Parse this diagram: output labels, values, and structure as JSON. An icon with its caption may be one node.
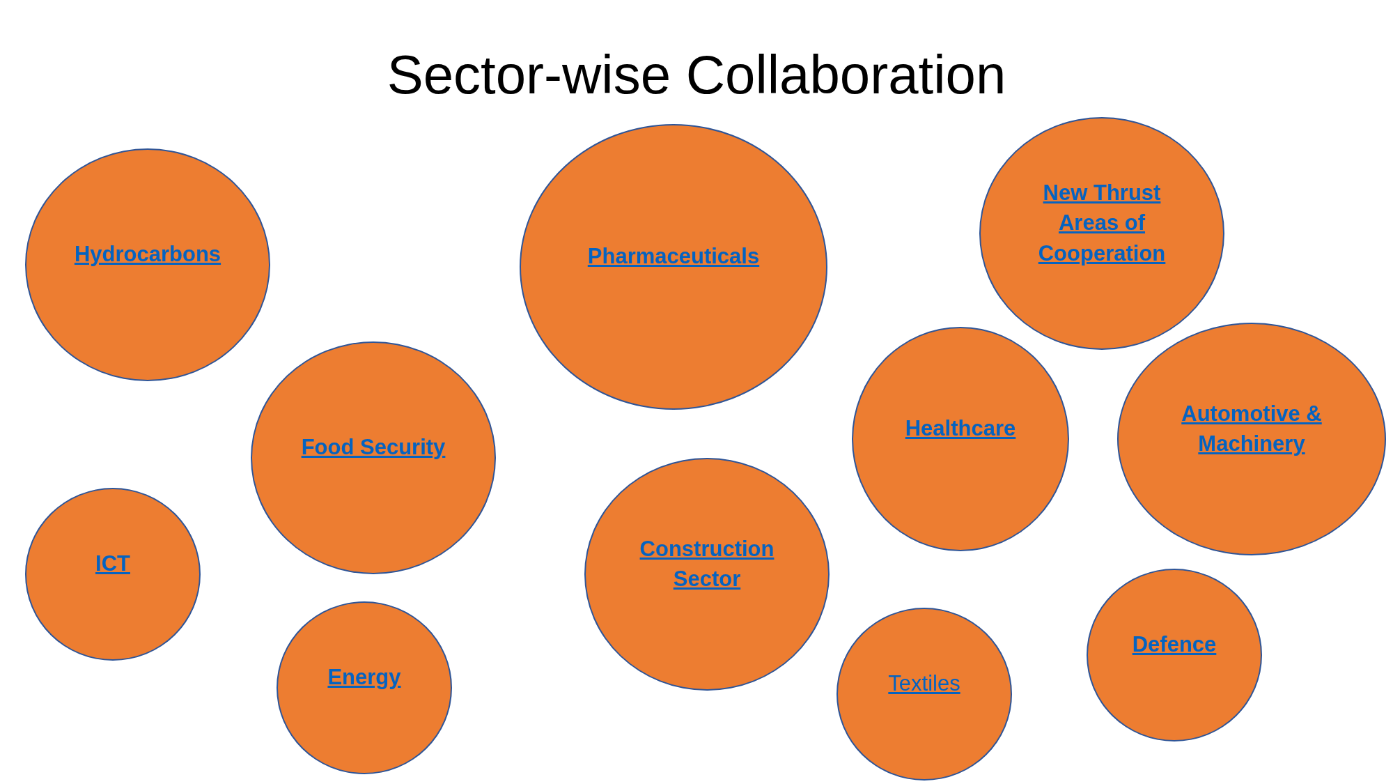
{
  "diagram": {
    "title": "Sector-wise Collaboration",
    "nodes": [
      {
        "text": [
          "Hydrocarbons"
        ]
      },
      {
        "text": [
          "Pharmaceuticals"
        ]
      },
      {
        "text": [
          "New Thrust Areas of Cooperation"
        ]
      },
      {
        "text": [
          "Food Security"
        ]
      },
      {
        "text": [
          "Healthcare"
        ]
      },
      {
        "text": [
          "Automotive & Machinery"
        ]
      },
      {
        "text": [
          "ICT"
        ]
      },
      {
        "text": [
          "Construction Sector"
        ]
      },
      {
        "text": [
          "Energy"
        ]
      },
      {
        "text": [
          "Textiles"
        ]
      },
      {
        "text": [
          "Defence"
        ]
      }
    ],
    "edges": []
  }
}
